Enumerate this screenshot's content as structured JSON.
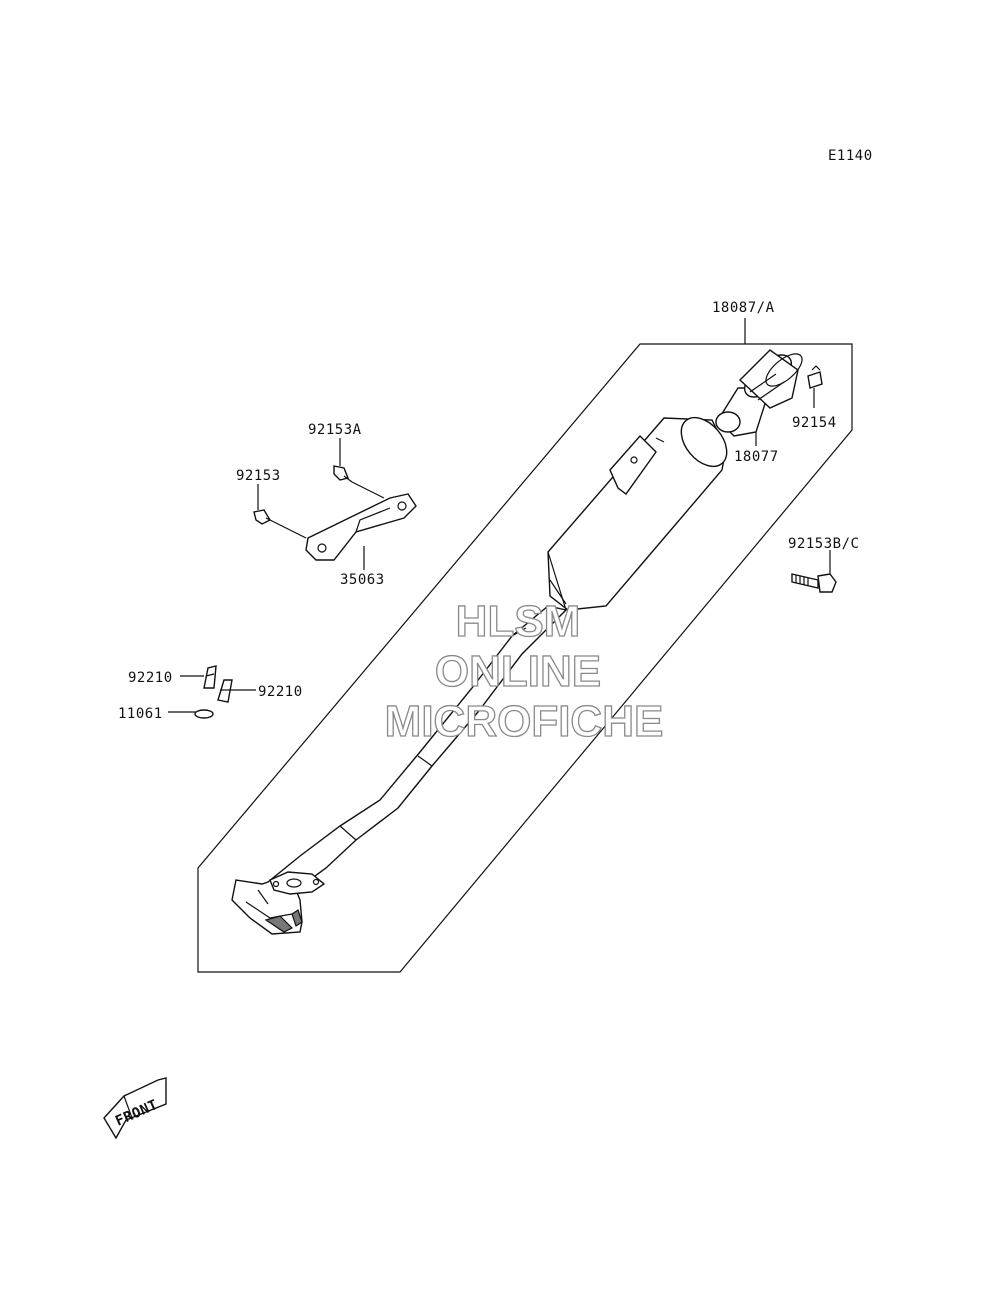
{
  "diagram_code": "E1140",
  "parts": [
    {
      "number": "18087/A"
    },
    {
      "number": "18077"
    },
    {
      "number": "92154"
    },
    {
      "number": "92153A"
    },
    {
      "number": "92153"
    },
    {
      "number": "35063"
    },
    {
      "number": "92153B/C"
    },
    {
      "number": "92210"
    },
    {
      "number": "92210"
    },
    {
      "number": "11061"
    }
  ],
  "watermark": {
    "line1": "HLSM",
    "line2": "ONLINE",
    "line3": "MICROFICHE"
  },
  "front_arrow_label": "FRONT"
}
